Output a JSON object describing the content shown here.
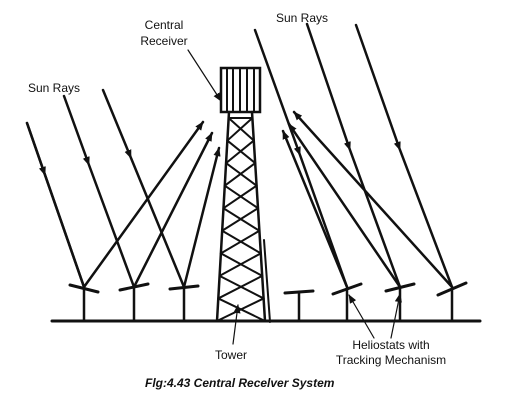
{
  "labels": {
    "sun_rays_left": "Sun Rays",
    "sun_rays_right": "Sun Rays",
    "central_receiver_line1": "Central",
    "central_receiver_line2": "Receiver",
    "tower": "Tower",
    "heliostats_line1": "Heliostats with",
    "heliostats_line2": "Tracking Mechanism"
  },
  "caption": "Flg:4.43 Central Recelver System",
  "colors": {
    "ink": "#111111",
    "background": "#ffffff"
  }
}
